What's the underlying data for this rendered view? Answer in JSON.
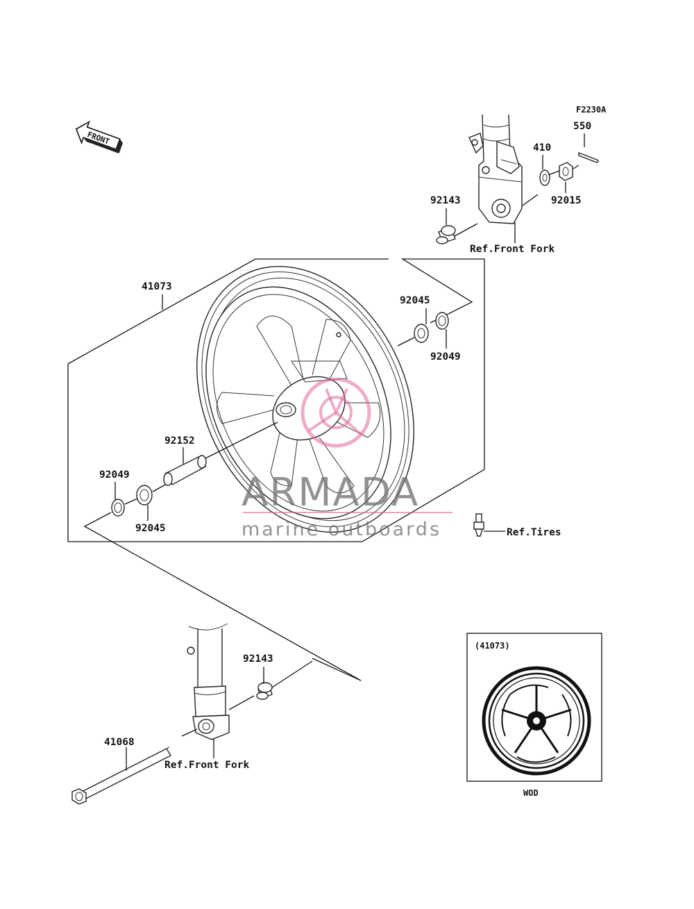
{
  "diagram_code": "F2230A",
  "front_arrow_label": "FRONT",
  "parts": {
    "p550": "550",
    "p410": "410",
    "p92015": "92015",
    "p92143_top": "92143",
    "p92143_bottom": "92143",
    "p41073": "41073",
    "p92045_right": "92045",
    "p92049_right": "92049",
    "p92152": "92152",
    "p92049_left": "92049",
    "p92045_left": "92045",
    "p41068": "41068"
  },
  "refs": {
    "front_fork_top": "Ref.Front Fork",
    "front_fork_bottom": "Ref.Front Fork",
    "tires": "Ref.Tires"
  },
  "inset": {
    "title": "(41073)",
    "caption": "WOD"
  },
  "watermark": {
    "title": "ARMADA",
    "subtitle": "marine outboards",
    "accent_color": "#e0679a"
  }
}
